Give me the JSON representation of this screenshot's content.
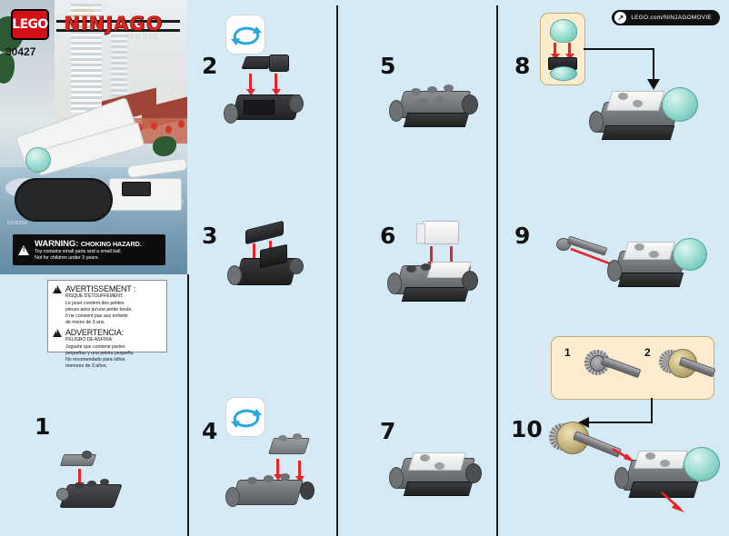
{
  "meta": {
    "brand": "LEGO",
    "theme_the": "THE",
    "theme_main": "NINJAGO",
    "theme_movie": "MOVIE",
    "set_number": "30427",
    "manual_number": "6208350"
  },
  "url_badge": {
    "icon": "arrow-up-right-icon",
    "text": "LEGO.com/NINJAGOMOVIE"
  },
  "warning_black": {
    "icon": "warning-triangle-icon",
    "heading": "WARNING:",
    "heading_sub": "CHOKING HAZARD.",
    "line1": "Toy contains small parts and a small ball.",
    "line2": "Not for children under 3 years."
  },
  "warning_multilingual": {
    "french": {
      "icon": "warning-triangle-icon",
      "heading": "AVERTISSEMENT :",
      "subheading": "RISQUE D'ÉTOUFFEMENT.",
      "lines": [
        "Le jouet contient des petites",
        "pièces ainsi qu'une petite boule.",
        "Il ne convient pas aux enfants",
        "de moins de 3 ans."
      ]
    },
    "spanish": {
      "icon": "warning-triangle-icon",
      "heading": "ADVERTENCIA:",
      "subheading": "PELIGRO DE ASFIXIA",
      "lines": [
        "Juguete que contiene partes",
        "pequeñas y una pelota pequeña.",
        "No recomendado para niños",
        "menores de 3 años."
      ]
    }
  },
  "steps": [
    {
      "number": "1",
      "rotate_icon": false,
      "callout": false
    },
    {
      "number": "2",
      "rotate_icon": true,
      "callout": false
    },
    {
      "number": "3",
      "rotate_icon": false,
      "callout": false
    },
    {
      "number": "4",
      "rotate_icon": true,
      "callout": false
    },
    {
      "number": "5",
      "rotate_icon": false,
      "callout": false
    },
    {
      "number": "6",
      "rotate_icon": false,
      "callout": false
    },
    {
      "number": "7",
      "rotate_icon": false,
      "callout": false
    },
    {
      "number": "8",
      "rotate_icon": false,
      "callout": true,
      "callout_substeps": []
    },
    {
      "number": "9",
      "rotate_icon": false,
      "callout": false
    },
    {
      "number": "10",
      "rotate_icon": false,
      "callout": true,
      "callout_substeps": [
        "1",
        "2"
      ]
    }
  ],
  "callouts": {
    "step8": {
      "substeps": []
    },
    "step10": {
      "substeps": [
        "1",
        "2"
      ]
    }
  },
  "colors": {
    "page_background": "#d6eaf6",
    "callout_fill": "#fbeccd",
    "callout_border": "#c9ab72",
    "arrow_red": "#e8232a",
    "rotate_arrow_blue": "#29a8e0",
    "divider": "#1b1b1b",
    "lego_red": "#d40f16",
    "ninjago_red": "#d8261f"
  }
}
